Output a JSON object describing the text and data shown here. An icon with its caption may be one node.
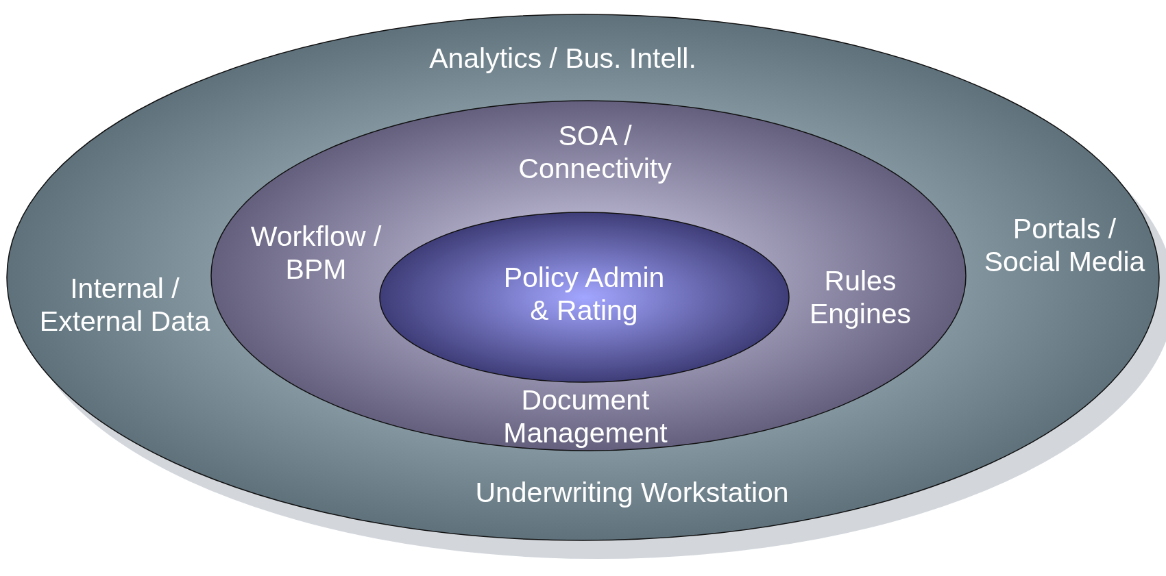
{
  "diagram": {
    "nodes": [
      {
        "text": [
          "Analytics / Bus. Intell.",
          "Internal / External Data",
          "Portals / Social Media",
          "Underwriting Workstation"
        ]
      },
      {
        "text": [
          "SOA / Connectivity",
          "Workflow / BPM",
          "Rules Engines",
          "Document Management"
        ],
        "in": 0
      },
      {
        "text": [
          "Policy Admin & Rating"
        ],
        "in": 1
      }
    ],
    "edges": []
  }
}
